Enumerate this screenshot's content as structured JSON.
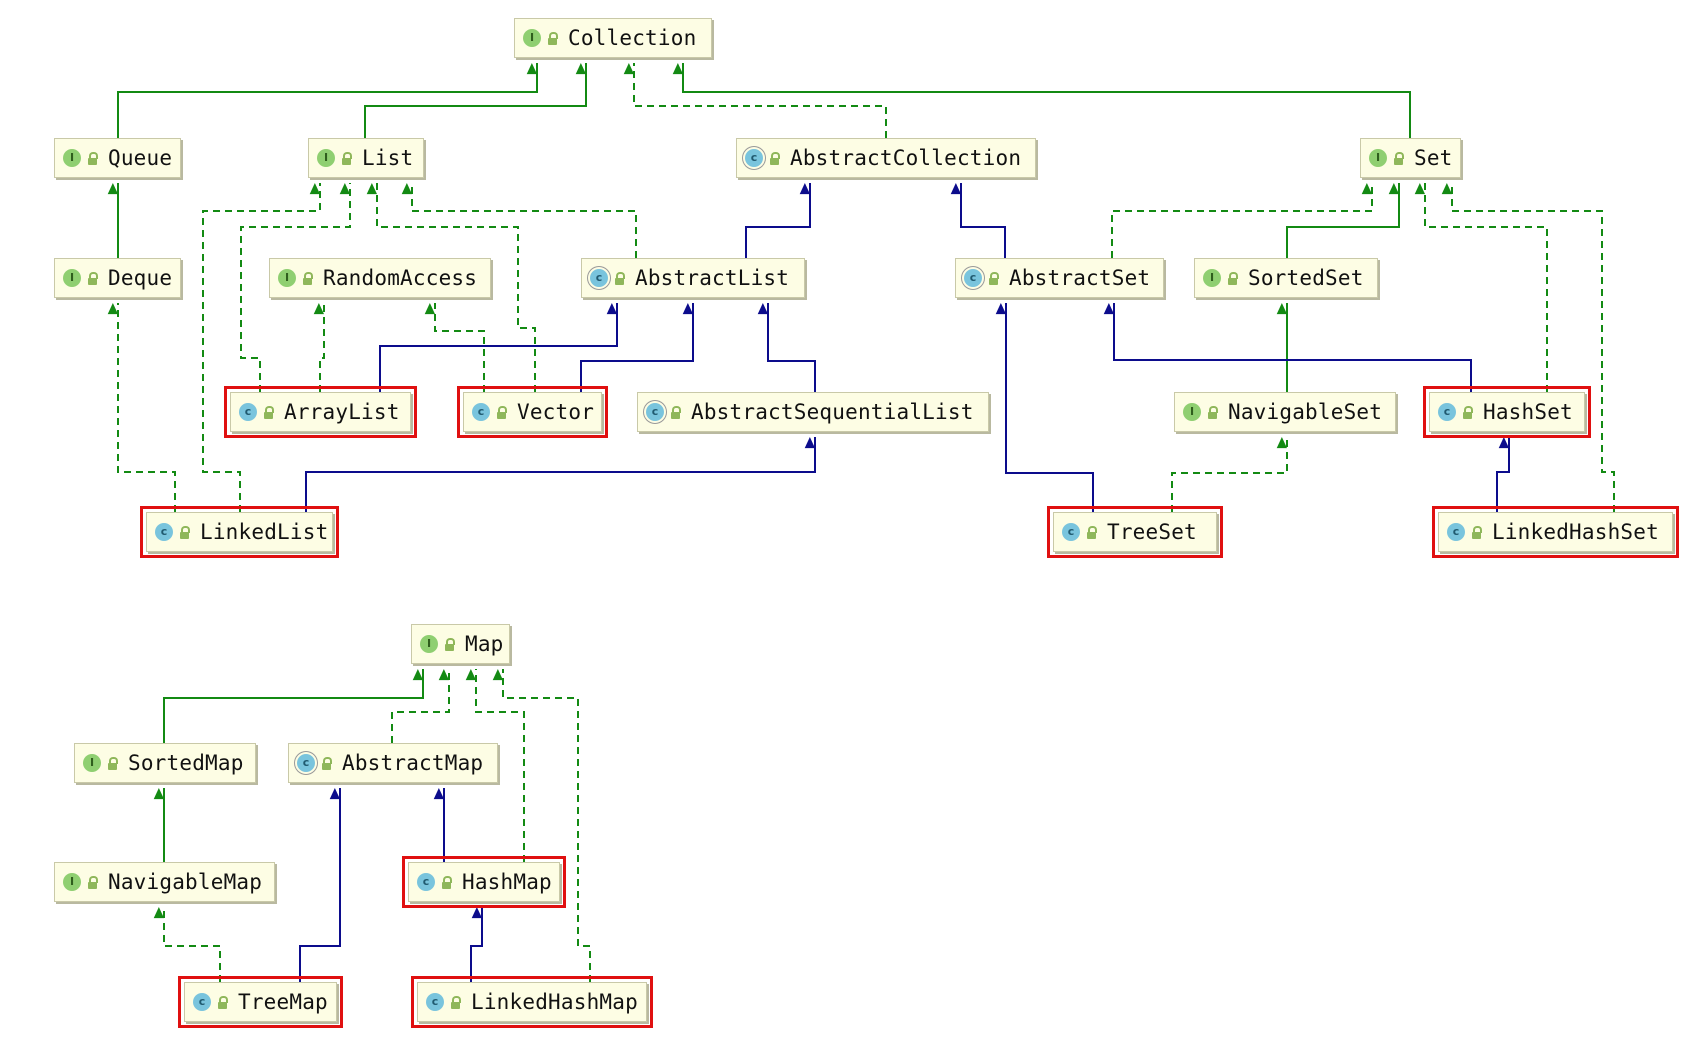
{
  "diagram": {
    "collection_hierarchy": {
      "nodes": [
        {
          "id": "collection",
          "label": "Collection",
          "kind": "interface",
          "highlighted": false
        },
        {
          "id": "queue",
          "label": "Queue",
          "kind": "interface",
          "highlighted": false
        },
        {
          "id": "list",
          "label": "List",
          "kind": "interface",
          "highlighted": false
        },
        {
          "id": "abstract-collection",
          "label": "AbstractCollection",
          "kind": "abstract-class",
          "highlighted": false
        },
        {
          "id": "set",
          "label": "Set",
          "kind": "interface",
          "highlighted": false
        },
        {
          "id": "deque",
          "label": "Deque",
          "kind": "interface",
          "highlighted": false
        },
        {
          "id": "random-access",
          "label": "RandomAccess",
          "kind": "interface",
          "highlighted": false
        },
        {
          "id": "abstract-list",
          "label": "AbstractList",
          "kind": "abstract-class",
          "highlighted": false
        },
        {
          "id": "abstract-set",
          "label": "AbstractSet",
          "kind": "abstract-class",
          "highlighted": false
        },
        {
          "id": "sorted-set",
          "label": "SortedSet",
          "kind": "interface",
          "highlighted": false
        },
        {
          "id": "array-list",
          "label": "ArrayList",
          "kind": "class",
          "highlighted": true
        },
        {
          "id": "vector",
          "label": "Vector",
          "kind": "class",
          "highlighted": true
        },
        {
          "id": "abstract-sequential-list",
          "label": "AbstractSequentialList",
          "kind": "abstract-class",
          "highlighted": false
        },
        {
          "id": "navigable-set",
          "label": "NavigableSet",
          "kind": "interface",
          "highlighted": false
        },
        {
          "id": "hash-set",
          "label": "HashSet",
          "kind": "class",
          "highlighted": true
        },
        {
          "id": "linked-list",
          "label": "LinkedList",
          "kind": "class",
          "highlighted": true
        },
        {
          "id": "tree-set",
          "label": "TreeSet",
          "kind": "class",
          "highlighted": true
        },
        {
          "id": "linked-hash-set",
          "label": "LinkedHashSet",
          "kind": "class",
          "highlighted": true
        }
      ]
    },
    "map_hierarchy": {
      "nodes": [
        {
          "id": "map",
          "label": "Map",
          "kind": "interface",
          "highlighted": false
        },
        {
          "id": "sorted-map",
          "label": "SortedMap",
          "kind": "interface",
          "highlighted": false
        },
        {
          "id": "abstract-map",
          "label": "AbstractMap",
          "kind": "abstract-class",
          "highlighted": false
        },
        {
          "id": "navigable-map",
          "label": "NavigableMap",
          "kind": "interface",
          "highlighted": false
        },
        {
          "id": "hash-map",
          "label": "HashMap",
          "kind": "class",
          "highlighted": true
        },
        {
          "id": "tree-map",
          "label": "TreeMap",
          "kind": "class",
          "highlighted": true
        },
        {
          "id": "linked-hash-map",
          "label": "LinkedHashMap",
          "kind": "class",
          "highlighted": true
        }
      ]
    },
    "icons": {
      "interface": {
        "glyph": "I",
        "name": "interface-icon"
      },
      "class": {
        "glyph": "c",
        "name": "class-icon"
      },
      "abstract-class": {
        "glyph": "c",
        "name": "abstract-class-icon"
      },
      "access": {
        "name": "public-access-icon"
      }
    },
    "edges": [
      {
        "from": "queue",
        "to": "collection",
        "type": "extends"
      },
      {
        "from": "list",
        "to": "collection",
        "type": "extends"
      },
      {
        "from": "abstract-collection",
        "to": "collection",
        "type": "implements"
      },
      {
        "from": "set",
        "to": "collection",
        "type": "extends"
      },
      {
        "from": "deque",
        "to": "queue",
        "type": "extends"
      },
      {
        "from": "abstract-list",
        "to": "abstract-collection",
        "type": "class-extends"
      },
      {
        "from": "abstract-set",
        "to": "abstract-collection",
        "type": "class-extends"
      },
      {
        "from": "abstract-list",
        "to": "list",
        "type": "implements"
      },
      {
        "from": "array-list",
        "to": "list",
        "type": "implements"
      },
      {
        "from": "vector",
        "to": "list",
        "type": "implements"
      },
      {
        "from": "linked-list",
        "to": "list",
        "type": "implements"
      },
      {
        "from": "array-list",
        "to": "random-access",
        "type": "implements"
      },
      {
        "from": "vector",
        "to": "random-access",
        "type": "implements"
      },
      {
        "from": "array-list",
        "to": "abstract-list",
        "type": "class-extends"
      },
      {
        "from": "vector",
        "to": "abstract-list",
        "type": "class-extends"
      },
      {
        "from": "abstract-sequential-list",
        "to": "abstract-list",
        "type": "class-extends"
      },
      {
        "from": "linked-list",
        "to": "abstract-sequential-list",
        "type": "class-extends"
      },
      {
        "from": "linked-list",
        "to": "deque",
        "type": "implements"
      },
      {
        "from": "abstract-set",
        "to": "set",
        "type": "implements"
      },
      {
        "from": "sorted-set",
        "to": "set",
        "type": "extends"
      },
      {
        "from": "hash-set",
        "to": "set",
        "type": "implements"
      },
      {
        "from": "linked-hash-set",
        "to": "set",
        "type": "implements"
      },
      {
        "from": "navigable-set",
        "to": "sorted-set",
        "type": "extends"
      },
      {
        "from": "tree-set",
        "to": "abstract-set",
        "type": "class-extends"
      },
      {
        "from": "hash-set",
        "to": "abstract-set",
        "type": "class-extends"
      },
      {
        "from": "tree-set",
        "to": "navigable-set",
        "type": "implements"
      },
      {
        "from": "linked-hash-set",
        "to": "hash-set",
        "type": "class-extends"
      },
      {
        "from": "sorted-map",
        "to": "map",
        "type": "extends"
      },
      {
        "from": "abstract-map",
        "to": "map",
        "type": "implements"
      },
      {
        "from": "hash-map",
        "to": "map",
        "type": "implements"
      },
      {
        "from": "linked-hash-map",
        "to": "map",
        "type": "implements"
      },
      {
        "from": "navigable-map",
        "to": "sorted-map",
        "type": "extends"
      },
      {
        "from": "hash-map",
        "to": "abstract-map",
        "type": "class-extends"
      },
      {
        "from": "tree-map",
        "to": "abstract-map",
        "type": "class-extends"
      },
      {
        "from": "tree-map",
        "to": "navigable-map",
        "type": "implements"
      },
      {
        "from": "linked-hash-map",
        "to": "hash-map",
        "type": "class-extends"
      }
    ],
    "edge_colors": {
      "extends": "#138a13",
      "implements": "#138a13",
      "class-extends": "#0c0c8c"
    },
    "highlight_color": "#e01010"
  }
}
